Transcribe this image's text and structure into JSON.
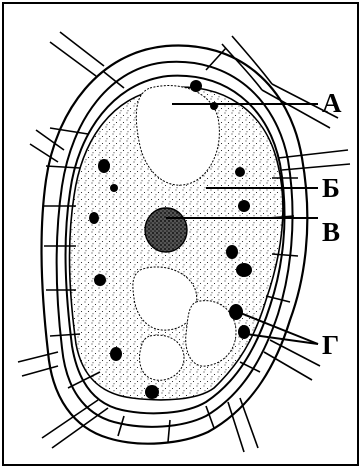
{
  "diagram": {
    "labels": {
      "a": "А",
      "b": "Б",
      "v": "В",
      "g": "Г"
    },
    "colors": {
      "ink": "#000000",
      "background": "#ffffff"
    }
  }
}
